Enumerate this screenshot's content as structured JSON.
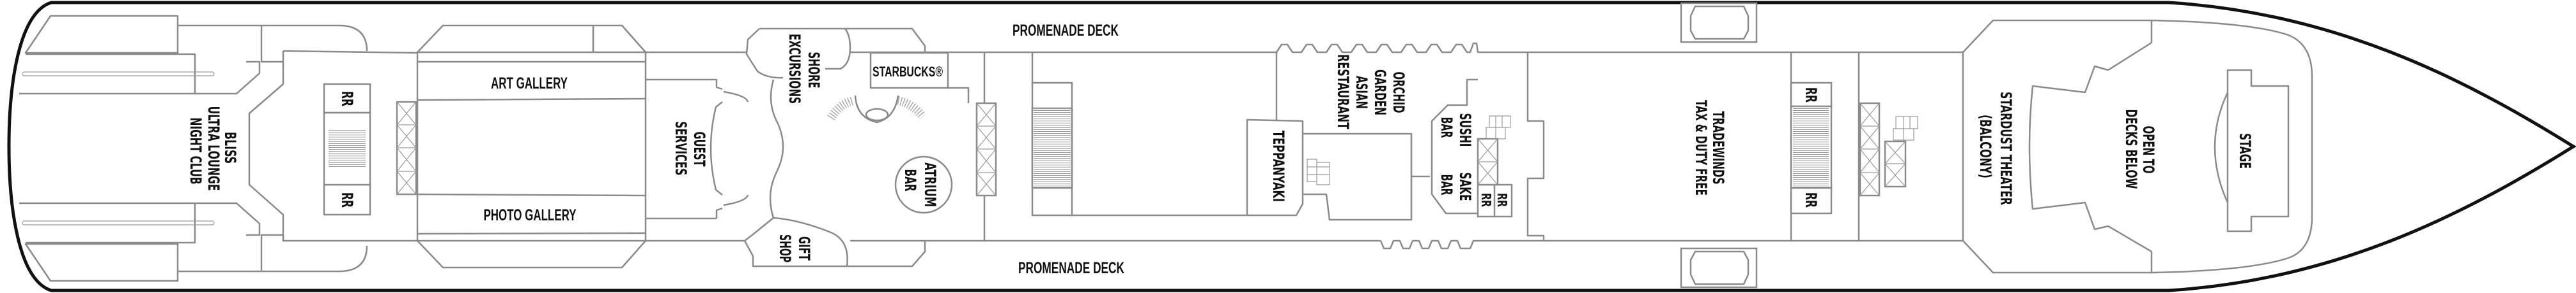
{
  "deck_plan": {
    "promenade_top": "PROMENADE DECK",
    "promenade_bottom": "PROMENADE DECK",
    "bliss": [
      "BLISS",
      "ULTRA LOUNGE",
      "NIGHT CLUB"
    ],
    "restroom": "RR",
    "art_gallery": "ART GALLERY",
    "photo_gallery": "PHOTO GALLERY",
    "guest_services": [
      "GUEST",
      "SERVICES"
    ],
    "shore_excursions": [
      "SHORE",
      "EXCURSIONS"
    ],
    "gift_shop": [
      "GIFT",
      "SHOP"
    ],
    "starbucks": "STARBUCKS®",
    "atrium_bar": [
      "ATRIUM",
      "BAR"
    ],
    "orchid_garden": [
      "ORCHID",
      "GARDEN",
      "ASIAN",
      "RESTAURANT"
    ],
    "teppanyaki": "TEPPANYAKI",
    "sushi_bar": [
      "SUSHI",
      "BAR"
    ],
    "sake_bar": [
      "SAKE",
      "BAR"
    ],
    "tradewinds": [
      "TRADEWINDS",
      "TAX & DUTY FREE"
    ],
    "stardust_theater": [
      "STARDUST THEATER",
      "(BALCONY)"
    ],
    "open_to_decks_below": [
      "OPEN TO",
      "DECKS BELOW"
    ],
    "stage": "STAGE"
  }
}
